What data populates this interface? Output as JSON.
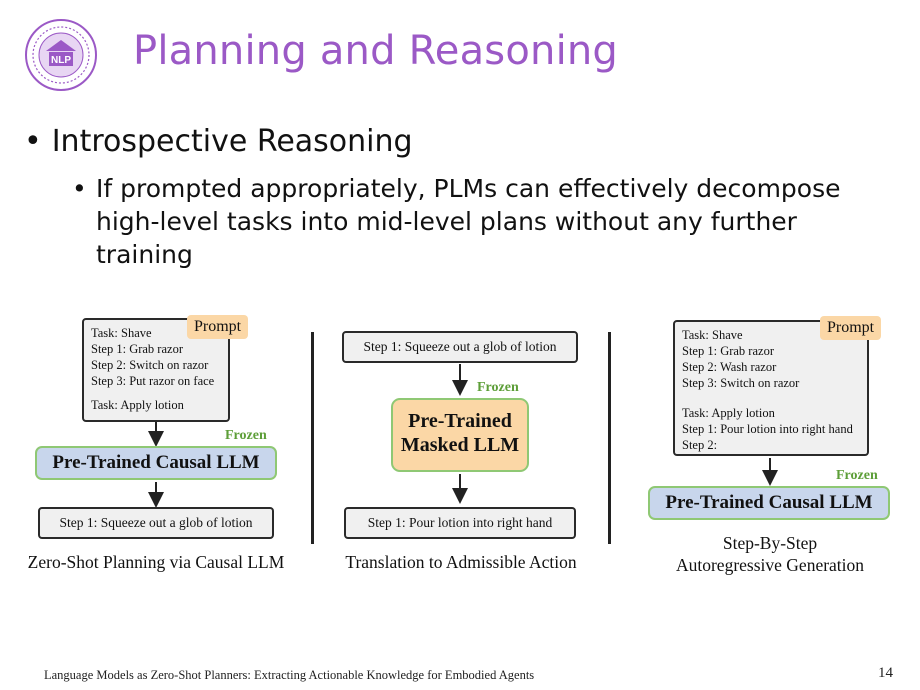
{
  "slide": {
    "title": "Planning and Reasoning",
    "logo_text": "NLP",
    "bullet1": "Introspective Reasoning",
    "bullet2": "If prompted appropriately, PLMs can effectively decompose high-level tasks into mid-level plans without any further training",
    "footer": "Language Models as Zero-Shot Planners: Extracting Actionable Knowledge for Embodied Agents",
    "page_number": "14",
    "colors": {
      "title": "#9b59c6",
      "prompt_bg": "#fbd7a6",
      "llm_bg": "#c8d6ec",
      "frozen": "#5d9e38"
    }
  },
  "diagram": {
    "left": {
      "prompt_label": "Prompt",
      "prompt_lines": [
        "Task: Shave",
        "Step 1: Grab razor",
        "Step 2: Switch on razor",
        "Step 3: Put razor on face",
        "",
        "Task: Apply lotion"
      ],
      "frozen": "Frozen",
      "model": "Pre-Trained Causal LLM",
      "output": "Step 1: Squeeze out a glob of lotion",
      "caption": "Zero-Shot Planning via Causal LLM"
    },
    "middle": {
      "input": "Step 1: Squeeze out a glob of lotion",
      "frozen": "Frozen",
      "model_line1": "Pre-Trained",
      "model_line2": "Masked LLM",
      "output": "Step 1: Pour lotion into right hand",
      "caption": "Translation to Admissible Action"
    },
    "right": {
      "prompt_label": "Prompt",
      "prompt_lines": [
        "Task: Shave",
        "Step 1: Grab razor",
        "Step 2: Wash razor",
        "Step 3: Switch on razor",
        "",
        "Task: Apply lotion",
        "Step 1: Pour lotion into right hand",
        "Step 2:"
      ],
      "frozen": "Frozen",
      "model": "Pre-Trained Causal LLM",
      "caption_line1": "Step-By-Step",
      "caption_line2": "Autoregressive Generation"
    }
  }
}
